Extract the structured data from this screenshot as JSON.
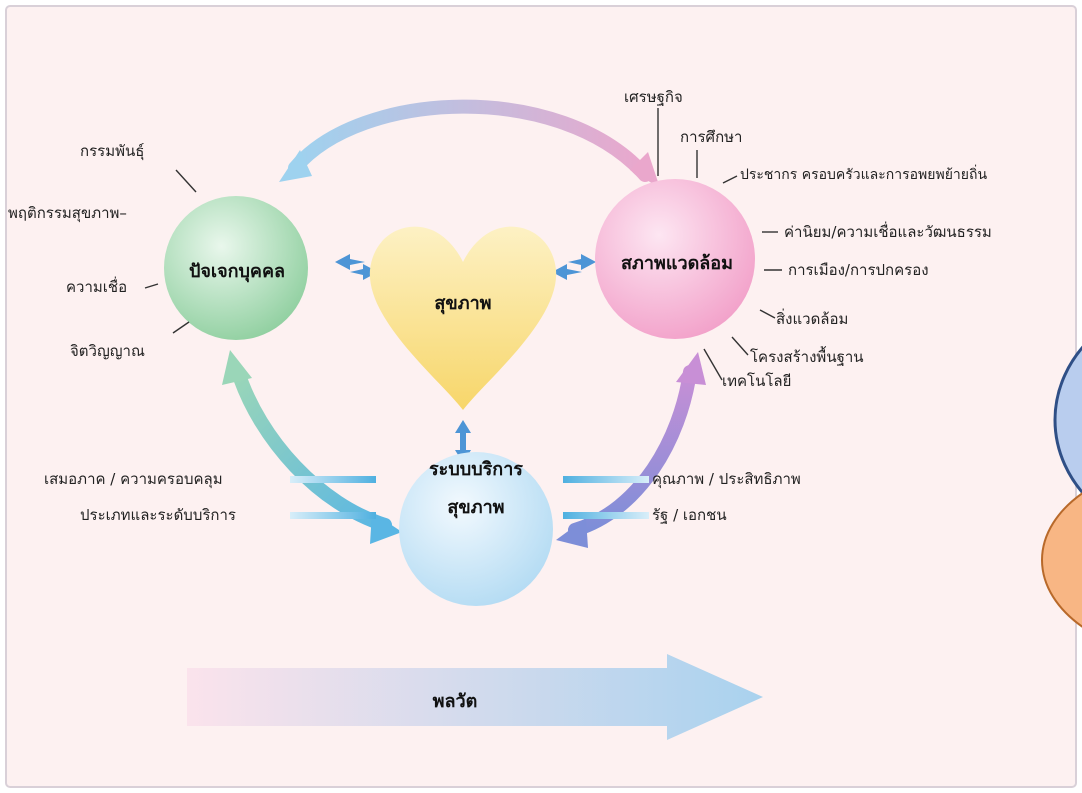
{
  "diagram": {
    "nodes": {
      "individual": "ปัจเจกบุคคล",
      "environment": "สภาพแวดล้อม",
      "health": "สุขภาพ",
      "service_line1": "ระบบบริการ",
      "service_line2": "สุขภาพ"
    },
    "individual_factors": [
      "กรรมพันธุ์",
      "พฤติกรรมสุขภาพ–",
      "ความเชื่อ",
      "จิตวิญญาณ"
    ],
    "environment_factors": [
      "เศรษฐกิจ",
      "การศึกษา",
      "ประชากร ครอบครัวและการอพยพย้ายถิ่น",
      "ค่านิยม/ความเชื่อและวัฒนธรรม",
      "การเมือง/การปกครอง",
      "สิ่งแวดล้อม",
      "โครงสร้างพื้นฐาน",
      "เทคโนโลยี"
    ],
    "service_left": [
      "เสมอภาค / ความครอบคลุม",
      "ประเภทและระดับบริการ"
    ],
    "service_right": [
      "คุณภาพ / ประสิทธิภาพ",
      "รัฐ / เอกชน"
    ],
    "dynamics": "พลวัต"
  },
  "colors": {
    "background": "#fdf1f1",
    "individual_circle": "#9fd8b0",
    "environment_circle": "#f7b6d8",
    "health_heart": "#fbe49a",
    "service_circle": "#c9e6f7",
    "arrow_blue": "#6aaedf",
    "overlay_blue": "#b7cdee",
    "overlay_orange": "#f8b684"
  }
}
